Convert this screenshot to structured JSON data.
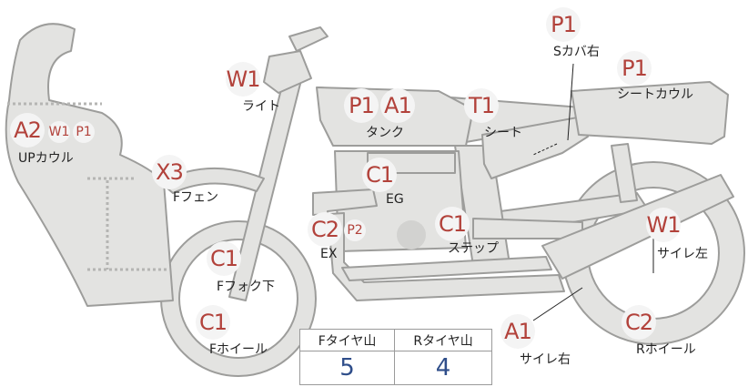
{
  "parts": [
    {
      "id": "up-cowl",
      "label": "UPカウル",
      "grades": [
        "A2",
        "W1",
        "P1"
      ]
    },
    {
      "id": "light",
      "label": "ライト",
      "grades": [
        "W1"
      ]
    },
    {
      "id": "tank",
      "label": "タンク",
      "grades": [
        "P1",
        "A1"
      ]
    },
    {
      "id": "seat",
      "label": "シート",
      "grades": [
        "T1"
      ]
    },
    {
      "id": "side-cover-r",
      "label": "Sカバ右",
      "grades": [
        "P1"
      ]
    },
    {
      "id": "seat-cowl",
      "label": "シートカウル",
      "grades": [
        "P1"
      ]
    },
    {
      "id": "front-fender",
      "label": "Fフェン",
      "grades": [
        "X3"
      ]
    },
    {
      "id": "engine",
      "label": "EG",
      "grades": [
        "C1"
      ]
    },
    {
      "id": "exhaust",
      "label": "EX",
      "grades": [
        "C2",
        "P2"
      ]
    },
    {
      "id": "step",
      "label": "ステップ",
      "grades": [
        "C1"
      ]
    },
    {
      "id": "front-fork",
      "label": "Fフォク下",
      "grades": [
        "C1"
      ]
    },
    {
      "id": "front-wheel",
      "label": "Fホイール",
      "grades": [
        "C1"
      ]
    },
    {
      "id": "muffler-left",
      "label": "サイレ左",
      "grades": [
        "W1"
      ]
    },
    {
      "id": "muffler-right",
      "label": "サイレ右",
      "grades": [
        "A1"
      ]
    },
    {
      "id": "rear-wheel",
      "label": "Rホイール",
      "grades": [
        "C2"
      ]
    }
  ],
  "tread_table": {
    "headers": [
      "Fタイヤ山",
      "Rタイヤ山"
    ],
    "values": [
      "5",
      "4"
    ]
  },
  "colors": {
    "grade_text": "#b2423b",
    "grade_bg": "#f4f4f4",
    "body_fill": "#e3e3e1",
    "body_stroke": "#9d9d9b",
    "tread_value": "#2f4e8a"
  }
}
